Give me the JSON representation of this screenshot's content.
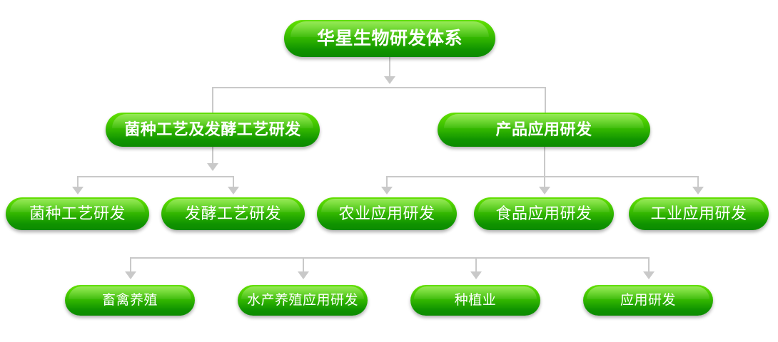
{
  "diagram": {
    "title_node": {
      "label": "华星生物研发体系"
    },
    "level2": [
      {
        "label": "菌种工艺及发酵工艺研发"
      },
      {
        "label": "产品应用研发"
      }
    ],
    "level3": [
      {
        "label": "菌种工艺研发"
      },
      {
        "label": "发酵工艺研发"
      },
      {
        "label": "农业应用研发"
      },
      {
        "label": "食品应用研发"
      },
      {
        "label": "工业应用研发"
      }
    ],
    "level4": [
      {
        "label": "畜禽养殖"
      },
      {
        "label": "水产养殖应用研发"
      },
      {
        "label": "种植业"
      },
      {
        "label": "应用研发"
      }
    ],
    "colors": {
      "node_gradient_top": "#63e000",
      "node_gradient_bottom": "#0c8a00",
      "node_text": "#ffffff",
      "connector": "#c9c9c9",
      "background": "#ffffff"
    }
  }
}
